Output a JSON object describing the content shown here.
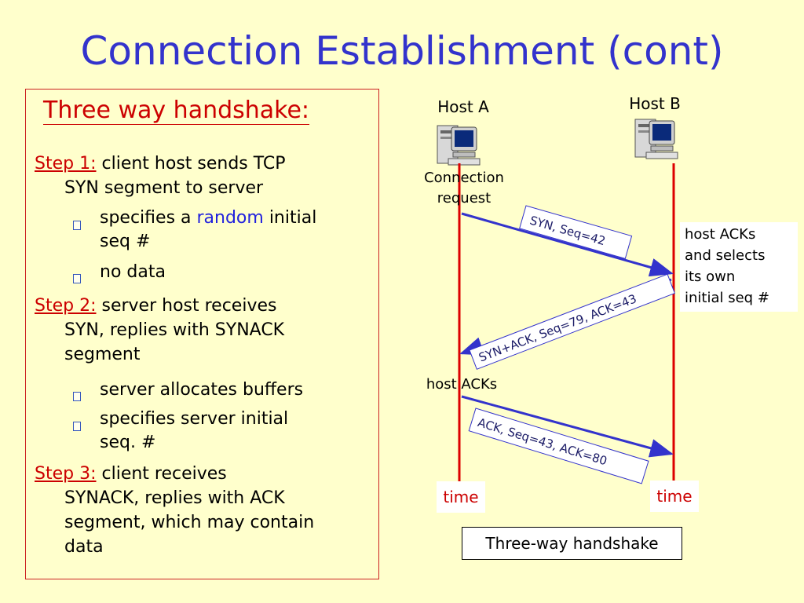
{
  "title": "Connection Establishment (cont)",
  "panel": {
    "heading": "Three way handshake:",
    "step1": {
      "label": "Step 1:",
      "text_a": " client host sends TCP",
      "text_b": "SYN segment to server"
    },
    "step1_bullets": {
      "b1_pre": "specifies a ",
      "b1_random": "random",
      "b1_post": " initial",
      "b1_line2": "seq #",
      "b2": "no data"
    },
    "step2": {
      "label": "Step 2:",
      "text_a": " server host receives",
      "text_b": "SYN, replies with SYNACK",
      "text_c": "segment"
    },
    "step2_bullets": {
      "b1": "server allocates buffers",
      "b2_line1": "specifies server initial",
      "b2_line2": "seq. #"
    },
    "step3": {
      "label": "Step 3:",
      "text_a": " client receives",
      "text_b": "SYNACK, replies with ACK",
      "text_c": "segment, which may contain",
      "text_d": "data"
    }
  },
  "diagram": {
    "host_a": "Host A",
    "host_b": "Host B",
    "conn_req_1": "Connection",
    "conn_req_2": "request",
    "msg_syn": "SYN, Seq=42",
    "msg_synack": "SYN+ACK, Seq=79, ACK=43",
    "msg_ack": "ACK, Seq=43, ACK=80",
    "host_b_note": [
      "host ACKs",
      "and selects",
      "its own",
      "initial seq #"
    ],
    "host_acks": "host ACKs",
    "time_a": "time",
    "time_b": "time",
    "caption": "Three-way handshake"
  },
  "colors": {
    "title": "#3333cc",
    "accent_red": "#cc0000",
    "arrow_blue": "#3333cc",
    "background": "#ffffcc"
  },
  "icons": {
    "host_a": "computer-icon",
    "host_b": "computer-icon",
    "bullet": "bullet-box-icon"
  }
}
